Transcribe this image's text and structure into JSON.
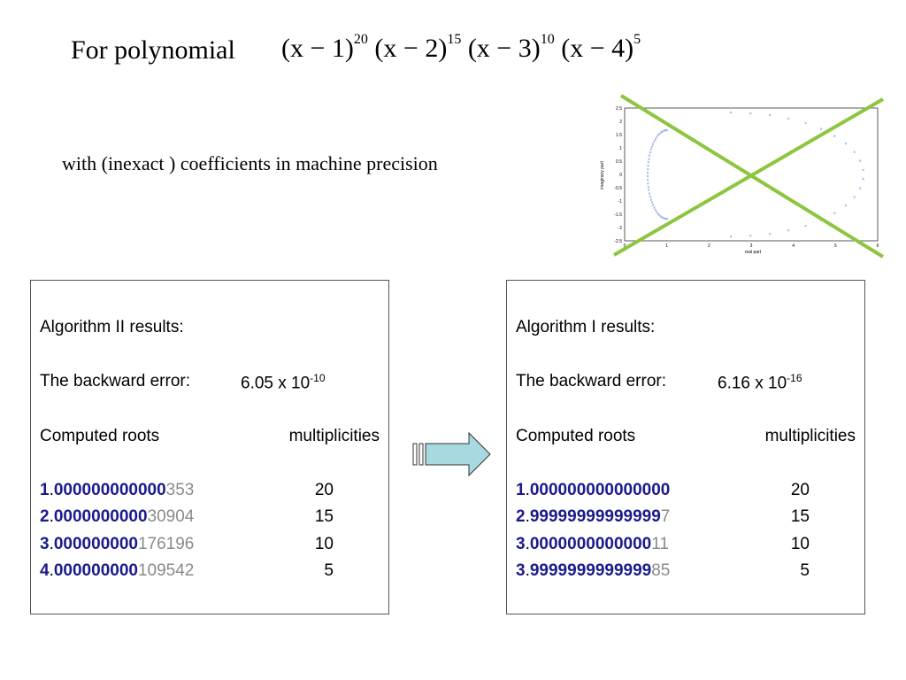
{
  "header": {
    "title_prefix": "For polynomial",
    "formula": [
      {
        "base": "(x − 1)",
        "exp": "20"
      },
      {
        "base": "(x − 2)",
        "exp": "15"
      },
      {
        "base": "(x − 3)",
        "exp": "10"
      },
      {
        "base": "(x − 4)",
        "exp": "5"
      }
    ],
    "subtitle": "with  (inexact ) coefficients in machine precision"
  },
  "mini_plot": {
    "ylabel": "imaginary part",
    "xlabel": "real part",
    "x_ticks": [
      "0",
      "1",
      "2",
      "3",
      "4",
      "5",
      "6"
    ],
    "y_ticks": [
      "2.5",
      "2",
      "1.5",
      "1",
      "0.5",
      "0",
      "-0.5",
      "-1",
      "-1.5",
      "-2",
      "-2.5"
    ],
    "cross_color": "#8cc63f"
  },
  "left_panel": {
    "heading": "Algorithm II results:",
    "error_label": "The backward error:",
    "error_base": "6.05 x 10",
    "error_exp": "-10",
    "col_roots": "Computed roots",
    "col_mult": "multiplicities",
    "rows": [
      {
        "int": "1",
        "dot": ".",
        "correct": "000000000000",
        "wrong": "353",
        "mult": "20"
      },
      {
        "int": "2",
        "dot": ".",
        "correct": "0000000000",
        "wrong": "30904",
        "mult": "15"
      },
      {
        "int": "3",
        "dot": ".",
        "correct": "000000000",
        "wrong": "176196",
        "mult": "10"
      },
      {
        "int": "4",
        "dot": ".",
        "correct": "000000000",
        "wrong": "109542",
        "mult": "5"
      }
    ]
  },
  "right_panel": {
    "heading": "Algorithm I results:",
    "error_label": "The backward error:",
    "error_base": "6.16 x 10",
    "error_exp": "-16",
    "col_roots": "Computed roots",
    "col_mult": "multiplicities",
    "rows": [
      {
        "int": "1",
        "dot": ".",
        "correct": "000000000000000",
        "wrong": "",
        "mult": "20"
      },
      {
        "int": "2",
        "dot": ".",
        "correct": "99999999999999",
        "wrong": "7",
        "mult": "15"
      },
      {
        "int": "3",
        "dot": ".",
        "correct": "0000000000000",
        "wrong": "11",
        "mult": "10"
      },
      {
        "int": "3",
        "dot": ".",
        "correct": "9999999999999",
        "wrong": "85",
        "mult": "5"
      }
    ]
  }
}
